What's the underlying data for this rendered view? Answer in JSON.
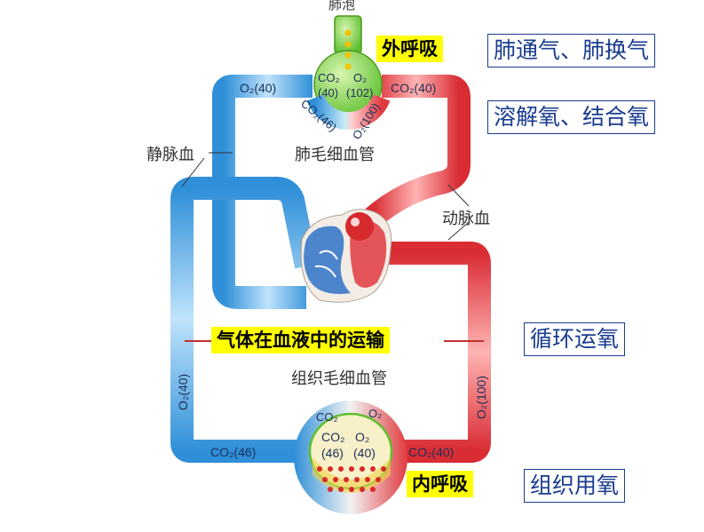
{
  "diagram": {
    "alveolus_label": "肺泡",
    "pulmonary_capillary": "肺毛细血管",
    "tissue_capillary": "组织毛细血管",
    "venous_blood": "静脉血",
    "arterial_blood": "动脉血",
    "external_respiration": "外呼吸",
    "internal_respiration": "内呼吸",
    "gas_transport": "气体在血液中的运输",
    "lung_left_o2": "O₂(40)",
    "lung_right_co2": "CO₂(40)",
    "lung_co2_46": "CO₂(46)",
    "lung_o2_100": "O₂(100)",
    "lung_inner_co2": "CO₂",
    "lung_inner_o2": "O₂",
    "lung_inner_40": "(40)",
    "lung_inner_102": "(102)",
    "tissue_left_o2": "O₂(40)",
    "tissue_right_o2": "O₂(100)",
    "tissue_bottom_co2_left": "CO₂(46)",
    "tissue_bottom_co2_right": "CO₂(40)",
    "tissue_top_co2": "CO₂",
    "tissue_top_o2": "O₂",
    "tissue_inner_co2": "CO₂",
    "tissue_inner_o2": "O₂",
    "tissue_inner_46": "(46)",
    "tissue_inner_40": "(40)"
  },
  "side_boxes": {
    "lung_ventilation": "肺通气、肺换气",
    "dissolved_oxygen": "溶解氧、结合氧",
    "circulation_oxygen": "循环运氧",
    "tissue_oxygen": "组织用氧"
  },
  "colors": {
    "vein_blue": "#5aaee8",
    "artery_red": "#e8474a",
    "highlight_yellow": "#ffff00",
    "box_text": "#1a3c8f",
    "alveolus_green": "#7cd44a"
  }
}
